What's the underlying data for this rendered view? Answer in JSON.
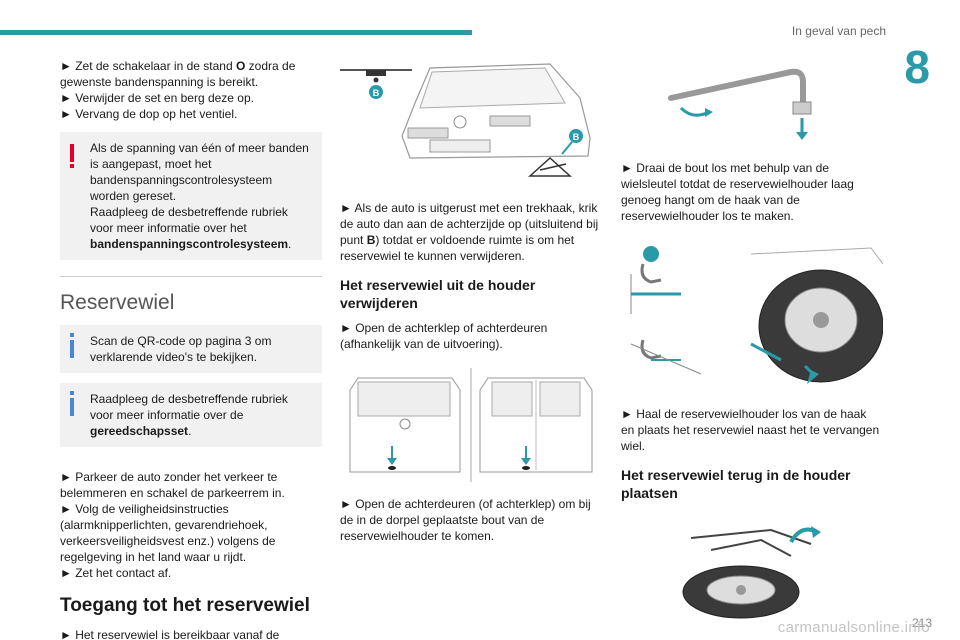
{
  "header": {
    "section": "In geval van pech",
    "chapter": "8"
  },
  "col1": {
    "steps_a": [
      "► Zet de schakelaar in de stand ",
      "O",
      " zodra de gewenste bandenspanning is bereikt.",
      "► Verwijder de set en berg deze op.",
      "► Vervang de dop op het ventiel."
    ],
    "warning": {
      "line1": "Als de spanning van één of meer banden is aangepast, moet het bandenspanningscontrolesysteem worden gereset.",
      "line2": "Raadpleeg de desbetreffende rubriek voor meer informatie over het ",
      "line2_bold": "bandenspanningscontrolesysteem",
      "line2_end": "."
    },
    "section_title": "Reservewiel",
    "info1": "Scan de QR-code op pagina 3 om verklarende video's te bekijken.",
    "info2": {
      "text": "Raadpleeg de desbetreffende rubriek voor meer informatie over de ",
      "bold": "gereedschapsset",
      "end": "."
    },
    "steps_b": [
      "► Parkeer de auto zonder het verkeer te belemmeren en schakel de parkeerrem in.",
      "► Volg de veiligheidsinstructies (alarmknipperlichten, gevarendriehoek, verkeersveiligheidsvest enz.) volgens de regelgeving in het land waar u rijdt.",
      "► Zet het contact af."
    ],
    "heading2": "Toegang tot het reservewiel",
    "step_c": "► Het reservewiel is bereikbaar vanaf de achterzijde van de auto."
  },
  "col2": {
    "label_b": "B",
    "step_a": "► Als de auto is uitgerust met een trekhaak, krik de auto dan aan de achterzijde op (uitsluitend bij punt ",
    "step_a_bold": "B",
    "step_a_end": ") totdat er voldoende ruimte is om het reservewiel te kunnen verwijderen.",
    "heading": "Het reservewiel uit de houder verwijderen",
    "step_b": "► Open de achterklep of achterdeuren (afhankelijk van de uitvoering).",
    "step_c": "► Open de achterdeuren (of achterklep) om bij de in de dorpel geplaatste bout van de reservewielhouder te komen."
  },
  "col3": {
    "step_a": "► Draai de bout los met behulp van de wielsleutel totdat de reservewielhouder laag genoeg hangt om de haak van de reservewielhouder los te maken.",
    "step_b": "► Haal de reservewielhouder los van de haak en plaats het reservewiel naast het te vervangen wiel.",
    "heading": "Het reservewiel terug in de houder plaatsen"
  },
  "footer": {
    "page": "213",
    "watermark": "carmanualsonline.info"
  },
  "colors": {
    "accent": "#2a9aa8",
    "warning": "#e4002b",
    "info": "#4a86d6"
  }
}
